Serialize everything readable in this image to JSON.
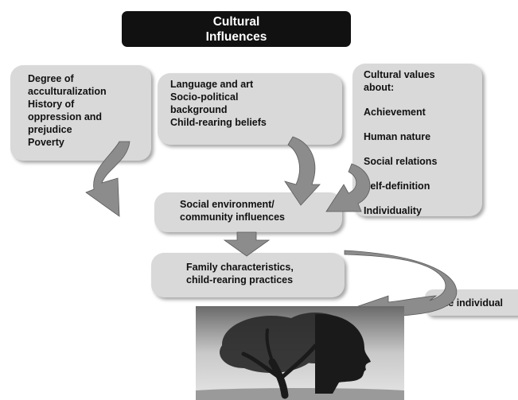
{
  "title": [
    "Cultural",
    "Influences"
  ],
  "left_box": [
    "Degree of",
    "acculturalization",
    "History  of",
    "oppression and",
    "prejudice",
    "Poverty"
  ],
  "middle_box": [
    "Language and art",
    "Socio-political",
    "background",
    "Child-rearing beliefs"
  ],
  "right_box": {
    "heading": [
      "Cultural values",
      "about:"
    ],
    "values": [
      "Achievement",
      "Human nature",
      "Social relations",
      "Self-definition",
      "Individuality"
    ]
  },
  "social_box": [
    "Social environment/",
    "community influences"
  ],
  "family_box": [
    "Family characteristics,",
    "child-rearing practices"
  ],
  "individual_box": "The individual",
  "colors": {
    "box": "#d9d9d9",
    "title_bg": "#111111",
    "arrow": "#8c8c8c",
    "text": "#111111"
  },
  "image": "tree-head-silhouette-photo"
}
